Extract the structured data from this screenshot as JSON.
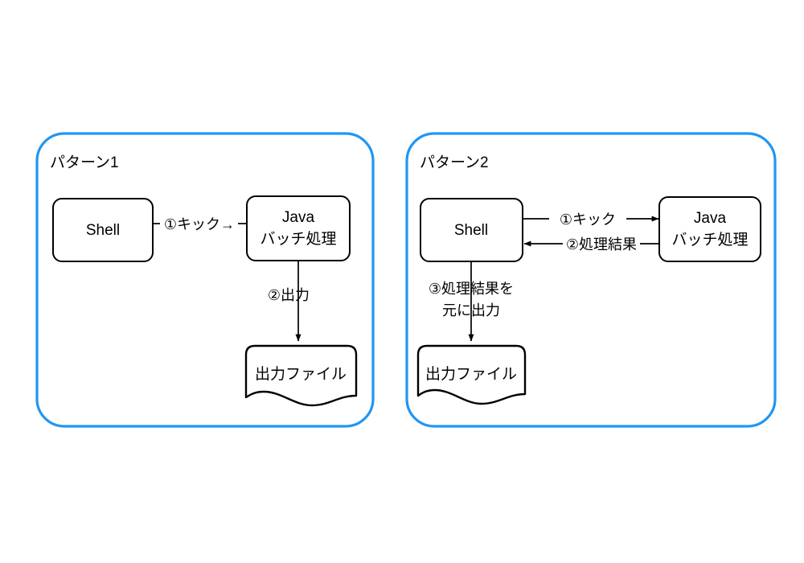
{
  "diagram": {
    "title": "",
    "accent_color": "#2196f3",
    "line_color": "#000000",
    "background": "#ffffff",
    "panels": [
      {
        "id": "pattern-1",
        "title": "パターン1",
        "nodes": [
          {
            "id": "shell-1",
            "label_lines": [
              "Shell"
            ],
            "shape": "rounded-rect"
          },
          {
            "id": "java-batch-1",
            "label_lines": [
              "Java",
              "バッチ処理"
            ],
            "shape": "rounded-rect"
          },
          {
            "id": "output-file-1",
            "label_lines": [
              "出力ファイル"
            ],
            "shape": "document"
          }
        ],
        "edges": [
          {
            "id": "edge-1-kick",
            "from": "shell-1",
            "to": "java-batch-1",
            "label": "①キック→",
            "direction": "right"
          },
          {
            "id": "edge-1-output",
            "from": "java-batch-1",
            "to": "output-file-1",
            "label": "②出力",
            "direction": "down"
          }
        ]
      },
      {
        "id": "pattern-2",
        "title": "パターン2",
        "nodes": [
          {
            "id": "shell-2",
            "label_lines": [
              "Shell"
            ],
            "shape": "rounded-rect"
          },
          {
            "id": "java-batch-2",
            "label_lines": [
              "Java",
              "バッチ処理"
            ],
            "shape": "rounded-rect"
          },
          {
            "id": "output-file-2",
            "label_lines": [
              "出力ファイル"
            ],
            "shape": "document"
          }
        ],
        "edges": [
          {
            "id": "edge-2-kick",
            "from": "shell-2",
            "to": "java-batch-2",
            "label": "①キック",
            "direction": "right"
          },
          {
            "id": "edge-2-result",
            "from": "java-batch-2",
            "to": "shell-2",
            "label": "②処理結果",
            "direction": "left"
          },
          {
            "id": "edge-2-output",
            "from": "shell-2",
            "to": "output-file-2",
            "label_lines": [
              "③処理結果を",
              "元に出力"
            ],
            "direction": "down"
          }
        ]
      }
    ],
    "labels": {
      "p1_title": "パターン1",
      "p1_shell": "Shell",
      "p1_java_line1": "Java",
      "p1_java_line2": "バッチ処理",
      "p1_kick": "①キック→",
      "p1_output": "②出力",
      "p1_file": "出力ファイル",
      "p2_title": "パターン2",
      "p2_shell": "Shell",
      "p2_java_line1": "Java",
      "p2_java_line2": "バッチ処理",
      "p2_kick": "①キック",
      "p2_result": "②処理結果",
      "p2_out_line1": "③処理結果を",
      "p2_out_line2": "元に出力",
      "p2_file": "出力ファイル"
    }
  }
}
